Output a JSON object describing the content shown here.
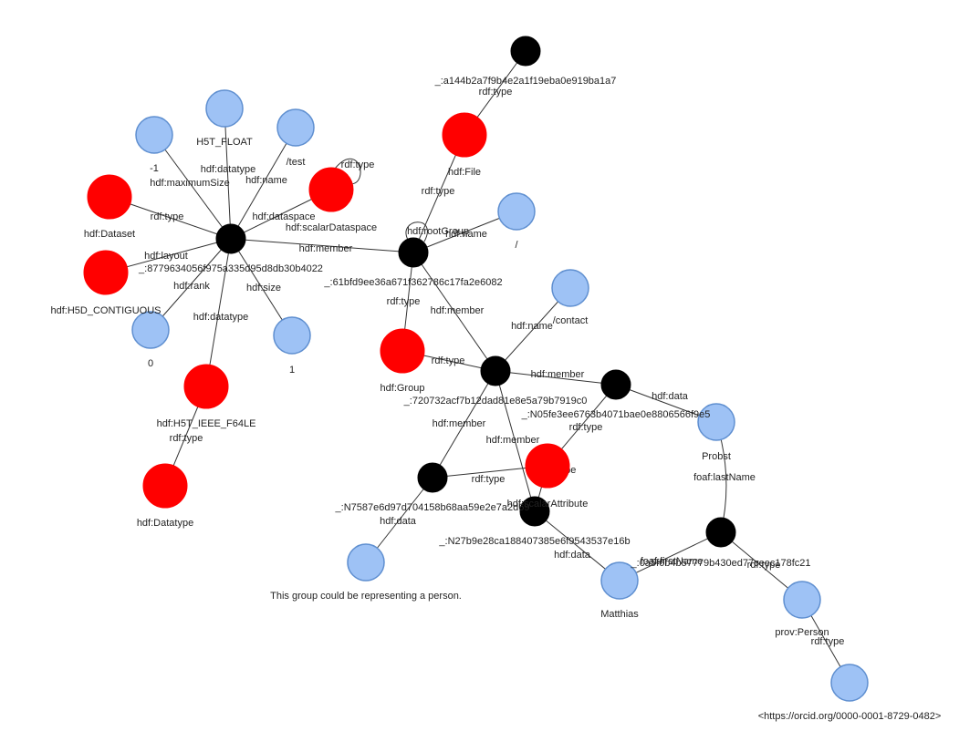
{
  "colors": {
    "black_node": "#000000",
    "red_node": "#ff0000",
    "blue_node": "#9ec2f5",
    "blue_stroke": "#5f8fd0",
    "edge": "#333333",
    "red_edge": "#ff0000",
    "blue_edge": "#7fb0e0"
  },
  "nodes": [
    {
      "id": "file_bn",
      "label": "_:a144b2a7f9b4e2a1f19eba0e919ba1a7",
      "kind": "black"
    },
    {
      "id": "hdf_file",
      "label": "hdf:File",
      "kind": "red"
    },
    {
      "id": "root_bn",
      "label": "_:61bfd9ee36a671f362786c17fa2e6082",
      "kind": "black"
    },
    {
      "id": "slash",
      "label": "/",
      "kind": "blue"
    },
    {
      "id": "dataset_bn",
      "label": "_:8779634056f975a335d95d8db30b4022",
      "kind": "black"
    },
    {
      "id": "neg1",
      "label": "-1",
      "kind": "blue"
    },
    {
      "id": "h5t_float",
      "label": "H5T_FLOAT",
      "kind": "blue"
    },
    {
      "id": "test",
      "label": "/test",
      "kind": "blue"
    },
    {
      "id": "scalar_ds",
      "label": "hdf:scalarDataspace",
      "kind": "red"
    },
    {
      "id": "hdf_dataset",
      "label": "hdf:Dataset",
      "kind": "red"
    },
    {
      "id": "h5d_contig",
      "label": "hdf:H5D_CONTIGUOUS",
      "kind": "red"
    },
    {
      "id": "zero",
      "label": "0",
      "kind": "blue"
    },
    {
      "id": "one",
      "label": "1",
      "kind": "blue"
    },
    {
      "id": "ieee_f64",
      "label": "hdf:H5T_IEEE_F64LE",
      "kind": "red"
    },
    {
      "id": "hdf_datatype",
      "label": "hdf:Datatype",
      "kind": "red"
    },
    {
      "id": "hdf_group",
      "label": "hdf:Group",
      "kind": "red"
    },
    {
      "id": "contact",
      "label": "/contact",
      "kind": "blue"
    },
    {
      "id": "group_bn",
      "label": "_:720732acf7b12dad81e8e5a79b7919c0",
      "kind": "black"
    },
    {
      "id": "n05_bn",
      "label": "_:N05fe3ee6763b4071bae0e8806566f9e5",
      "kind": "black"
    },
    {
      "id": "probst",
      "label": "Probst",
      "kind": "blue"
    },
    {
      "id": "scalar_attr",
      "label": "hdf:scalarAttribute",
      "kind": "red"
    },
    {
      "id": "n7587_bn",
      "label": "_:N7587e6d97d704158b68aa59e2e7a2d69",
      "kind": "black"
    },
    {
      "id": "n27_bn",
      "label": "_:N27b9e28ca188407385e6f9543537e16b",
      "kind": "black"
    },
    {
      "id": "person_bn",
      "label": "_:0a5f6b4b57779b430ed77ceec178fc21",
      "kind": "black"
    },
    {
      "id": "group_text",
      "label": "This group could be representing a person.",
      "kind": "blue"
    },
    {
      "id": "matthias",
      "label": "Matthias",
      "kind": "blue"
    },
    {
      "id": "prov_person",
      "label": "prov:Person",
      "kind": "blue"
    },
    {
      "id": "orcid",
      "label": "<https://orcid.org/0000-0001-8729-0482>",
      "kind": "blue"
    }
  ],
  "edges": [
    {
      "from": "file_bn",
      "to": "hdf_file",
      "label": "rdf:type"
    },
    {
      "from": "hdf_file",
      "to": "root_bn",
      "label": "rdf:type"
    },
    {
      "from": "root_bn",
      "to": "slash",
      "label": "hdf:name"
    },
    {
      "from": "root_bn",
      "to": "root_bn",
      "label": "hdf:rootGroup"
    },
    {
      "from": "dataset_bn",
      "to": "root_bn",
      "label": "hdf:member"
    },
    {
      "from": "root_bn",
      "to": "hdf_group",
      "label": "rdf:type"
    },
    {
      "from": "root_bn",
      "to": "group_bn",
      "label": "hdf:member"
    },
    {
      "from": "dataset_bn",
      "to": "neg1",
      "label": "hdf:maximumSize"
    },
    {
      "from": "dataset_bn",
      "to": "h5t_float",
      "label": "hdf:datatype"
    },
    {
      "from": "dataset_bn",
      "to": "test",
      "label": "hdf:name"
    },
    {
      "from": "dataset_bn",
      "to": "scalar_ds",
      "label": "hdf:dataspace"
    },
    {
      "from": "scalar_ds",
      "to": "scalar_ds",
      "label": "rdf:type"
    },
    {
      "from": "dataset_bn",
      "to": "hdf_dataset",
      "label": "rdf:type"
    },
    {
      "from": "dataset_bn",
      "to": "h5d_contig",
      "label": "hdf:layout"
    },
    {
      "from": "dataset_bn",
      "to": "zero",
      "label": "hdf:rank"
    },
    {
      "from": "dataset_bn",
      "to": "one",
      "label": "hdf:size"
    },
    {
      "from": "dataset_bn",
      "to": "ieee_f64",
      "label": "hdf:datatype"
    },
    {
      "from": "ieee_f64",
      "to": "hdf_datatype",
      "label": "rdf:type"
    },
    {
      "from": "group_bn",
      "to": "contact",
      "label": "hdf:name"
    },
    {
      "from": "group_bn",
      "to": "hdf_group",
      "label": "rdf:type"
    },
    {
      "from": "group_bn",
      "to": "n05_bn",
      "label": "hdf:member"
    },
    {
      "from": "group_bn",
      "to": "n7587_bn",
      "label": "hdf:member"
    },
    {
      "from": "group_bn",
      "to": "n27_bn",
      "label": "hdf:member"
    },
    {
      "from": "n05_bn",
      "to": "probst",
      "label": "hdf:data"
    },
    {
      "from": "n05_bn",
      "to": "scalar_attr",
      "label": "rdf:type"
    },
    {
      "from": "n7587_bn",
      "to": "scalar_attr",
      "label": "rdf:type"
    },
    {
      "from": "n27_bn",
      "to": "scalar_attr",
      "label": "rdf:type"
    },
    {
      "from": "n7587_bn",
      "to": "group_text",
      "label": "hdf:data"
    },
    {
      "from": "n27_bn",
      "to": "matthias",
      "label": "hdf:data"
    },
    {
      "from": "person_bn",
      "to": "probst",
      "label": "foaf:lastName"
    },
    {
      "from": "person_bn",
      "to": "matthias",
      "label": "foaf:firstName"
    },
    {
      "from": "person_bn",
      "to": "prov_person",
      "label": "rdf:type"
    },
    {
      "from": "prov_person",
      "to": "orcid",
      "label": "rdf:type"
    }
  ]
}
